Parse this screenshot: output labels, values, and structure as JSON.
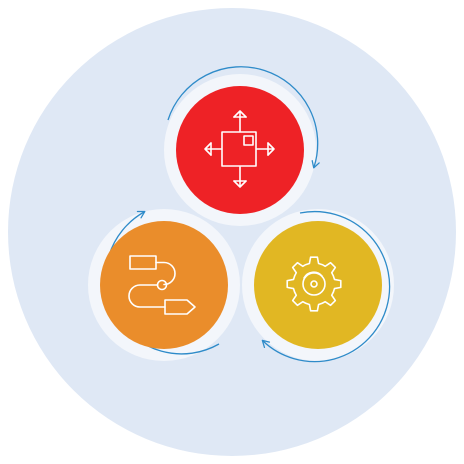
{
  "colors": {
    "background_disc": "#dfe8f5",
    "halo": "#f3f6fb",
    "ring_stroke": "#2e8bc9",
    "icon_stroke": "#ffffff",
    "red": "#ee2226",
    "orange": "#ea8d2b",
    "yellow": "#e1b723"
  },
  "nodes": [
    {
      "name": "move-node",
      "color_key": "red",
      "icon": "move-arrows-icon"
    },
    {
      "name": "process-flow-node",
      "color_key": "orange",
      "icon": "flowchart-icon"
    },
    {
      "name": "settings-cycle-node",
      "color_key": "yellow",
      "icon": "gear-refresh-icon"
    }
  ]
}
